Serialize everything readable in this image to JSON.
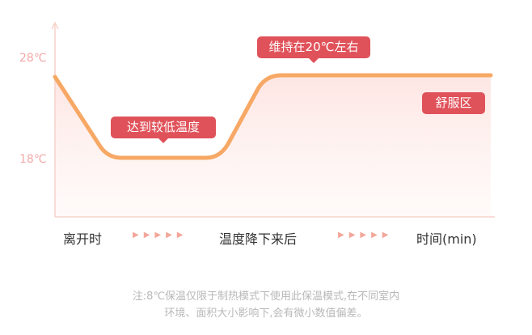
{
  "y_axis": {
    "labels": [
      "28℃",
      "18℃"
    ]
  },
  "bubbles": {
    "low": "达到较低温度",
    "maintain": "维持在20℃左右",
    "comfort": "舒服区"
  },
  "x_axis": {
    "labels": [
      "离开时",
      "温度降下来后",
      "时间(min)"
    ],
    "arrow_glyph": "▶▶▶▶▶"
  },
  "note": {
    "line1": "注:8℃保温仅限于制热模式下使用此保温模式,在不同室内",
    "line2": "环境、面积大小影响下,会有微小数值偏差。"
  },
  "colors": {
    "line_start": "#e8524a",
    "line_low": "#f7a865",
    "bubble": "#e0525a"
  }
}
